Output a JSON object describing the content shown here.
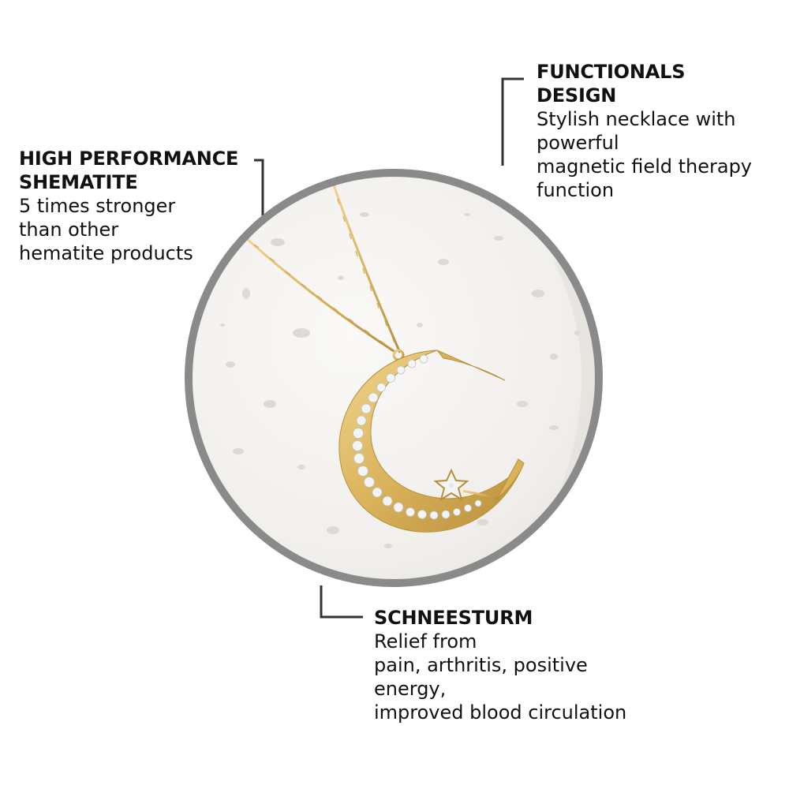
{
  "colors": {
    "ring": "#8a8a8a",
    "plaster": "#f4f2ef",
    "gold": "#d9b25a",
    "gold_dark": "#b88e3a",
    "crystal": "#f2f3f5",
    "leader_line": "#333333"
  },
  "callouts": {
    "left": {
      "title_lines": [
        "HIGH PERFORMANCE",
        "SHEMATITE"
      ],
      "body_lines": [
        "5 times stronger",
        "than other",
        "hematite products"
      ]
    },
    "right": {
      "title_lines": [
        "FUNCTIONALS",
        "DESIGN"
      ],
      "body_lines": [
        "Stylish necklace with",
        "powerful",
        "magnetic field therapy",
        "function"
      ]
    },
    "bottom": {
      "title_lines": [
        "SCHNEESTURM"
      ],
      "body_lines": [
        "Relief from",
        "pain, arthritis, positive",
        "energy,",
        "improved blood circulation"
      ]
    }
  },
  "product_image": {
    "subject": "necklace-moon-star-pendant-icon"
  }
}
